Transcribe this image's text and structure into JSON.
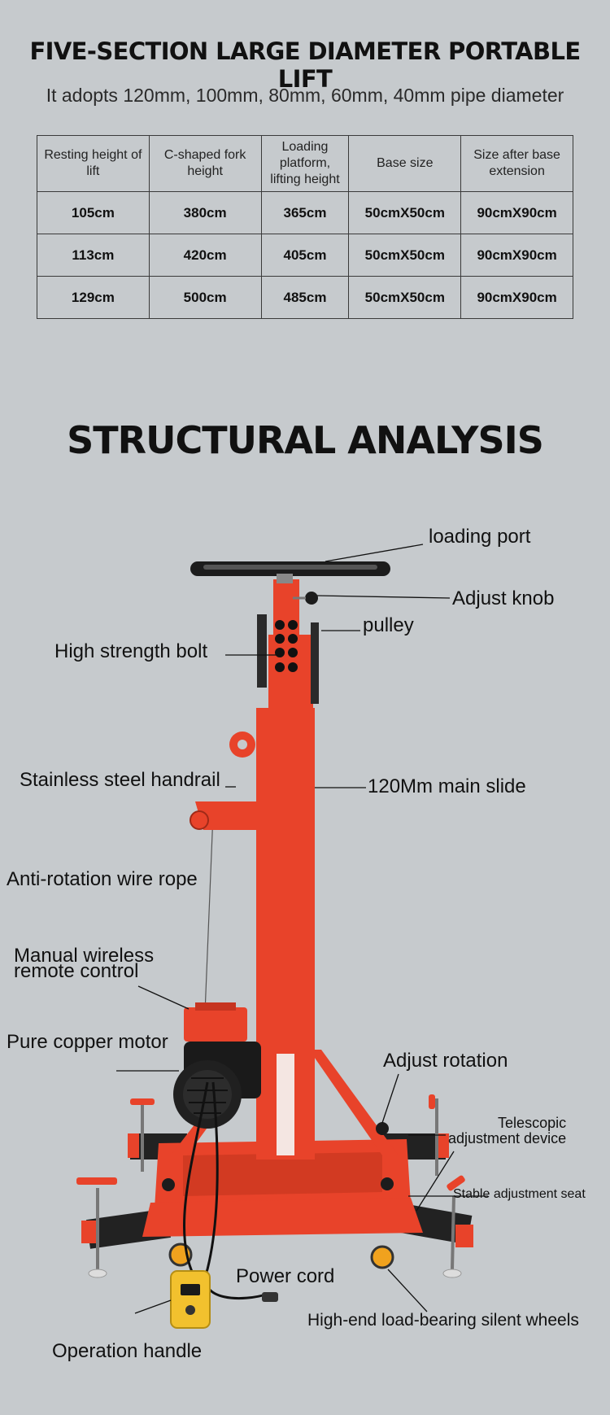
{
  "header": {
    "title": "FIVE-SECTION LARGE DIAMETER PORTABLE LIFT",
    "subtitle": "It adopts 120mm, 100mm, 80mm, 60mm, 40mm pipe diameter"
  },
  "specs_table": {
    "columns": [
      "Resting height of lift",
      "C-shaped fork height",
      "Loading platform, lifting height",
      "Base size",
      "Size after base extension"
    ],
    "rows": [
      [
        "105cm",
        "380cm",
        "365cm",
        "50cmX50cm",
        "90cmX90cm"
      ],
      [
        "113cm",
        "420cm",
        "405cm",
        "50cmX50cm",
        "90cmX90cm"
      ],
      [
        "129cm",
        "500cm",
        "485cm",
        "50cmX50cm",
        "90cmX90cm"
      ]
    ]
  },
  "structure": {
    "title": "STRUCTURAL ANALYSIS",
    "labels": {
      "loading_port": "loading port",
      "adjust_knob": "Adjust knob",
      "pulley": "pulley",
      "high_strength_bolt": "High strength bolt",
      "stainless_handrail": "Stainless steel handrail",
      "main_slide": "120Mm main slide",
      "anti_rotation_rope": "Anti-rotation wire rope",
      "remote_control_line1": "Manual wireless",
      "remote_control_line2": "remote control",
      "copper_motor": "Pure copper motor",
      "adjust_rotation": "Adjust rotation",
      "telescopic_line1": "Telescopic",
      "telescopic_line2": "adjustment device",
      "stable_seat": "Stable adjustment seat",
      "power_cord": "Power cord",
      "silent_wheels": "High-end load-bearing silent wheels",
      "operation_handle": "Operation handle"
    }
  },
  "colors": {
    "background": "#c6cacd",
    "lift_red": "#e8432a",
    "lift_dark": "#1e1e1e",
    "control_yellow": "#f2c12e"
  }
}
